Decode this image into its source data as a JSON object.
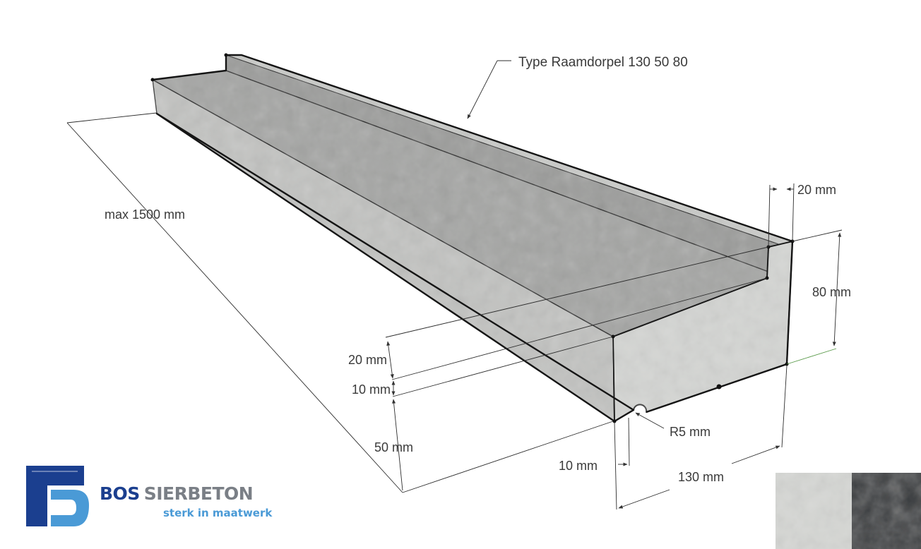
{
  "diagram": {
    "title_label": "Type Raamdorpel 130 50 80",
    "dimensions": {
      "length": "max 1500 mm",
      "step_width": "20 mm",
      "height": "80 mm",
      "slope_drop": "20 mm",
      "front_offset": "10 mm",
      "front_height": "50 mm",
      "drip_radius": "R5 mm",
      "drip_offset": "10 mm",
      "depth": "130 mm"
    }
  },
  "logo": {
    "name_part1": "BOS",
    "name_part2": "SIERBETON",
    "tagline": "sterk in maatwerk",
    "colors": {
      "dark_blue": "#1b3f8f",
      "light_blue": "#4a9ad6",
      "text_gray": "#7a7f86"
    }
  },
  "swatches": [
    {
      "name": "light-concrete",
      "color": "#d6d7d4"
    },
    {
      "name": "dark-concrete",
      "color": "#3a3d40"
    }
  ]
}
